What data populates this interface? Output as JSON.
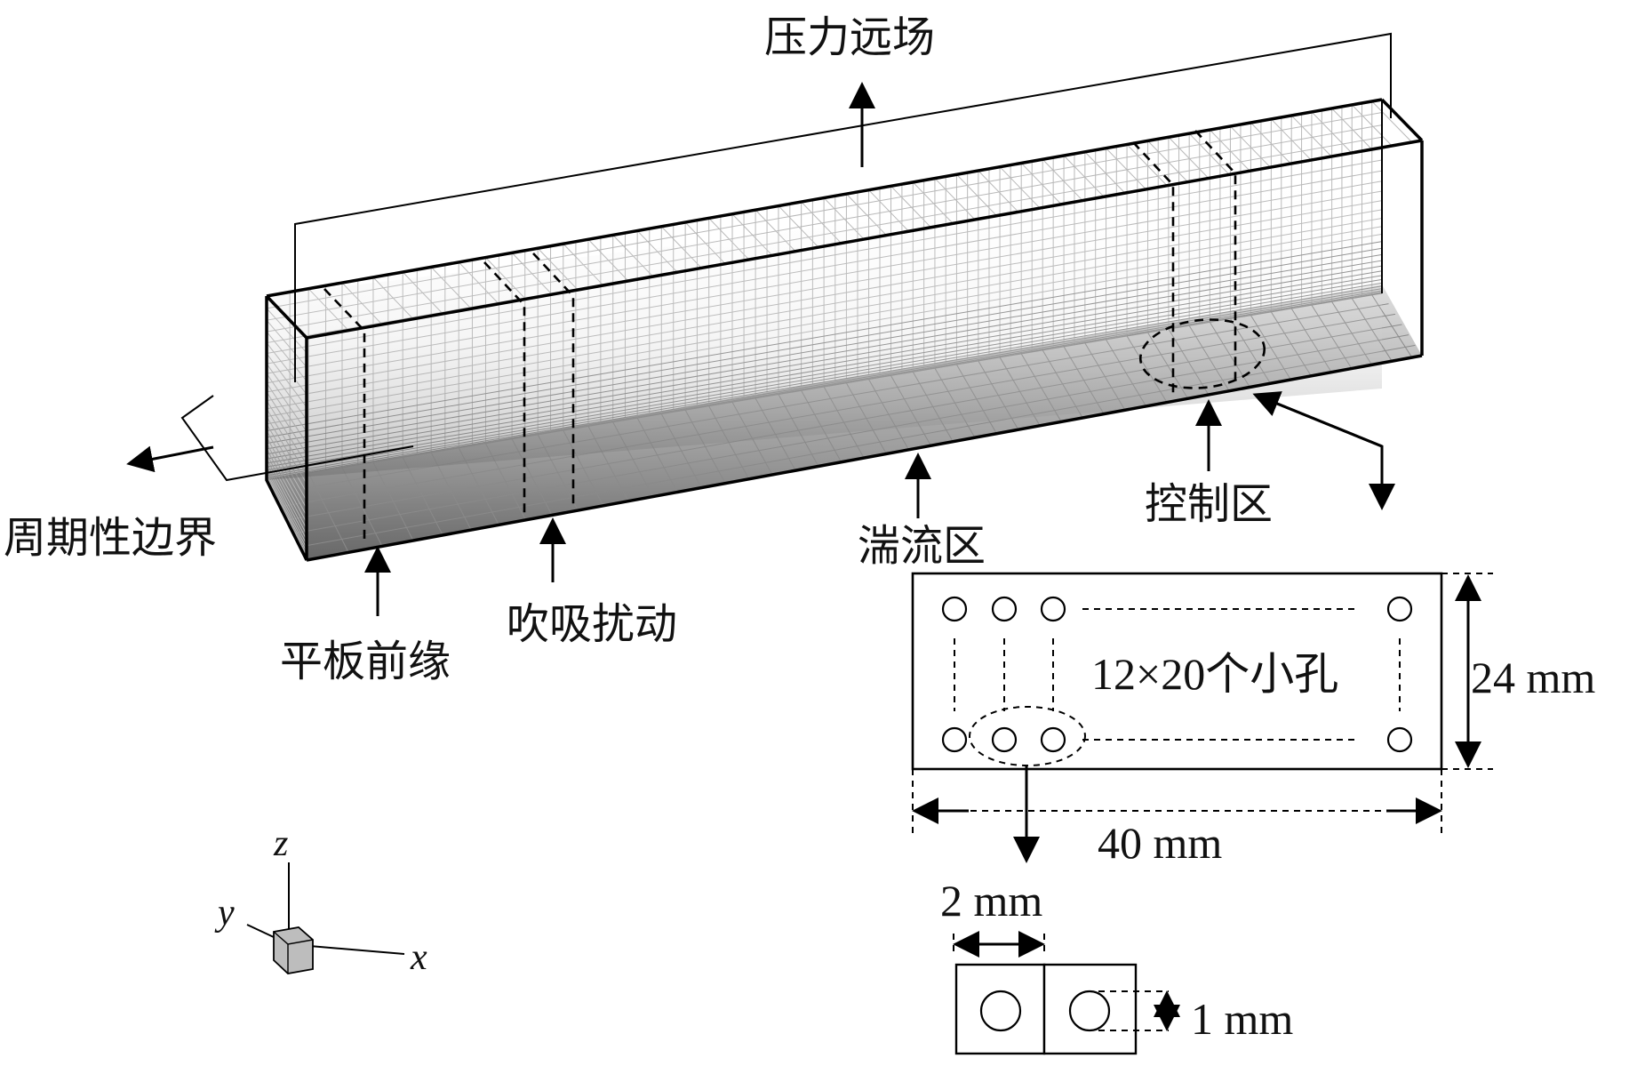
{
  "labels": {
    "pressure_far_field": "压力远场",
    "periodic_boundary": "周期性边界",
    "plate_leading_edge": "平板前缘",
    "blowing_suction": "吹吸扰动",
    "turbulent_region": "湍流区",
    "control_region": "控制区",
    "hole_array": "12×20个小孔",
    "height_dim": "24 mm",
    "length_dim": "40 mm",
    "spacing_dim": "2 mm",
    "hole_dim": "1 mm"
  },
  "axes": {
    "x": "x",
    "y": "y",
    "z": "z"
  },
  "colors": {
    "line": "#000000",
    "mesh_light": "#b8b8b8",
    "mesh_dark": "#8a8a8a",
    "floor_gradient_dark": "#5a5a5a"
  }
}
